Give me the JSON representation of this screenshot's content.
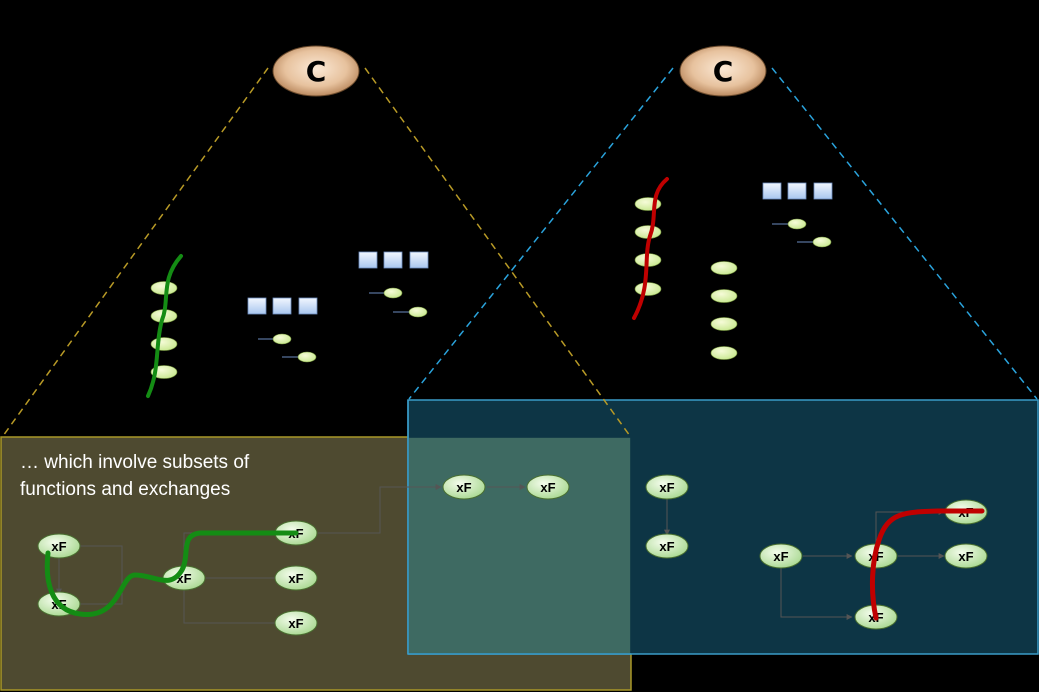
{
  "colors": {
    "background": "#000000",
    "left_region_fill": "#4e4a30",
    "left_region_border": "#a89828",
    "right_region_fill": "#0d3545",
    "right_region_border": "#3a9cc8",
    "overlap_fill": "#3e6a62",
    "left_cone": "#b89a26",
    "right_cone": "#2aa3dc",
    "green_path": "#148c14",
    "red_path": "#c00000",
    "node_fill": "#d6f0c0",
    "port_fill": "#cfe0f8"
  },
  "top_nodes": [
    {
      "label": "C"
    },
    {
      "label": "C"
    }
  ],
  "caption": "… which involve subsets of functions and exchanges",
  "function_node_label": "xF",
  "icons": {
    "component": "c-component-icon",
    "functional_chain_left": "green-path-icon",
    "functional_chain_right": "red-path-icon",
    "ports": "port-block-icon"
  }
}
